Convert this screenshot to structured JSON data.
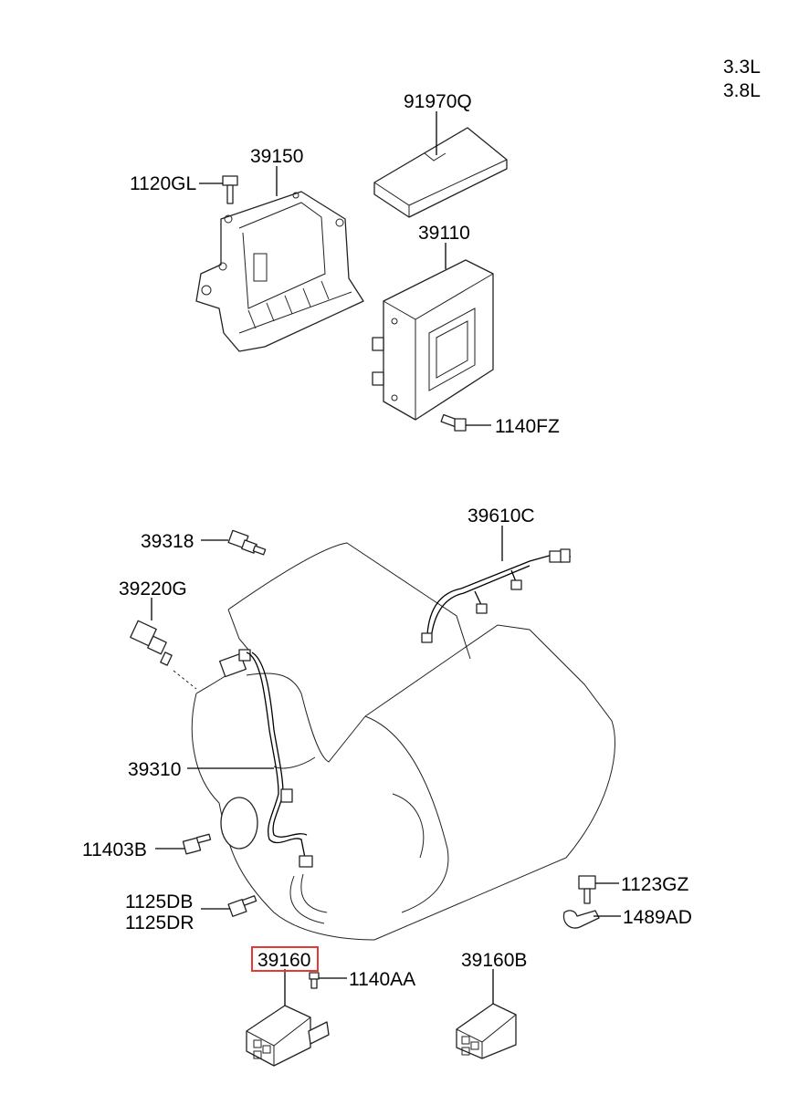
{
  "engine_variants": [
    "3.3L",
    "3.8L"
  ],
  "highlight_color": "#e53935",
  "parts": {
    "p91970Q": "91970Q",
    "p39150": "39150",
    "p1120GL": "1120GL",
    "p39110": "39110",
    "p1140FZ": "1140FZ",
    "p39610C": "39610C",
    "p39318": "39318",
    "p39220G": "39220G",
    "p39310": "39310",
    "p11403B": "11403B",
    "p1125DB": "1125DB",
    "p1125DR": "1125DR",
    "p1123GZ": "1123GZ",
    "p1489AD": "1489AD",
    "p39160": "39160",
    "p1140AA": "1140AA",
    "p39160B": "39160B"
  },
  "highlighted_part": "39160"
}
